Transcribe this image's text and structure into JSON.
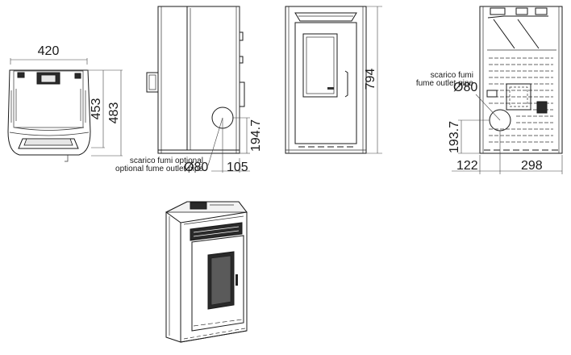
{
  "top_view": {
    "width": "420",
    "depth_1": "453",
    "depth_2": "483"
  },
  "side_view": {
    "pipe_height": "194.7",
    "pipe_diameter": "Ø80",
    "pipe_offset": "105",
    "note_it": "scarico fumi optional",
    "note_en": "optional fume outlet pipe"
  },
  "front_view": {
    "height": "794"
  },
  "back_view": {
    "note_it": "scarico fumi",
    "note_en": "fume outlet pipe",
    "pipe_diameter": "Ø80",
    "pipe_height": "193.7",
    "offset_left": "122",
    "offset_right": "298"
  }
}
